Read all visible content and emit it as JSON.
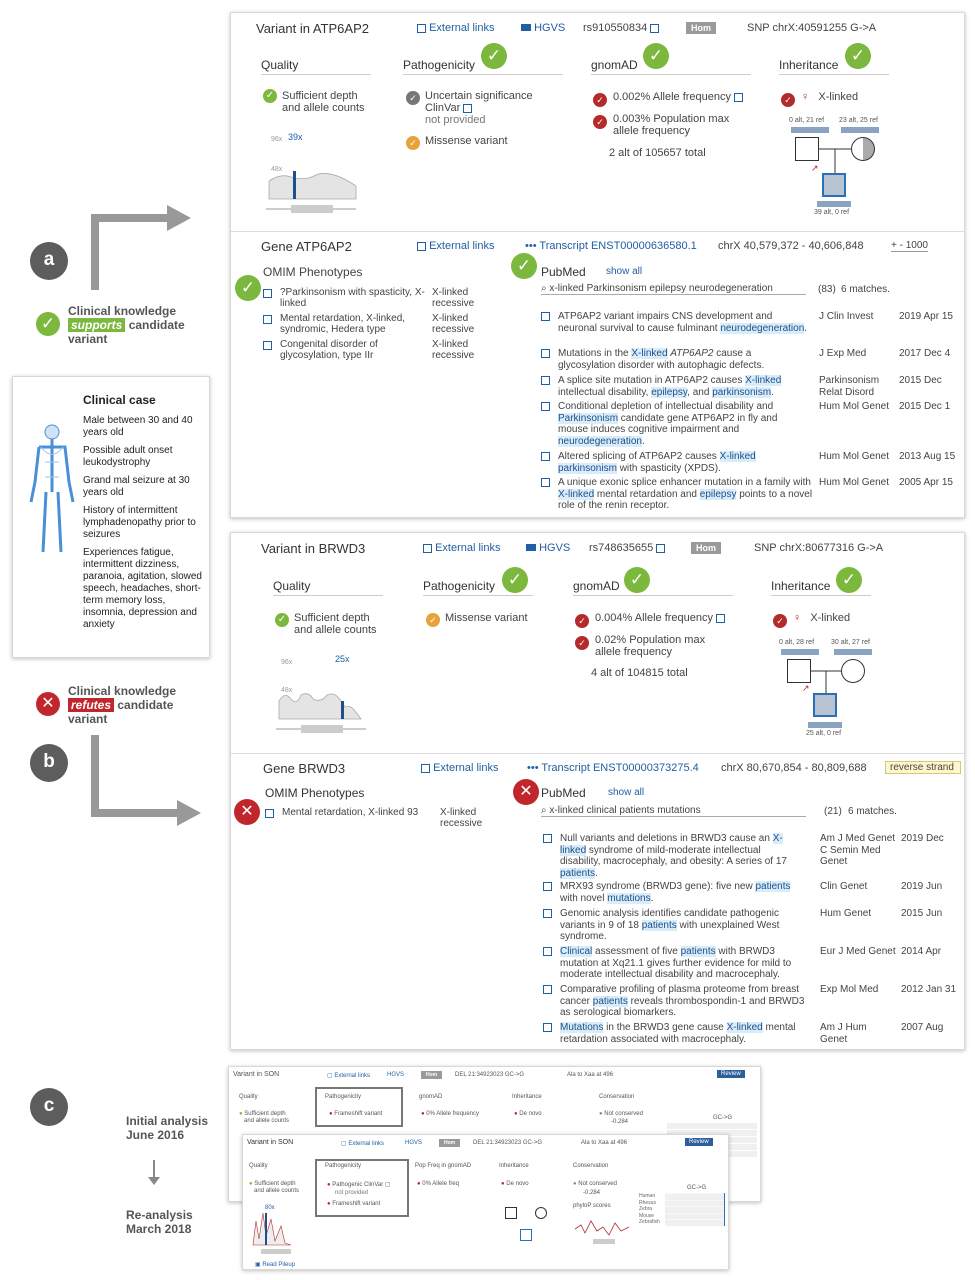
{
  "labels": {
    "a": "a",
    "b": "b",
    "c": "c"
  },
  "supports": {
    "line1": "Clinical knowledge",
    "word": "supports",
    "word2": "candidate",
    "line3": "variant"
  },
  "refutes": {
    "line1": "Clinical knowledge",
    "word": "refutes",
    "word2": "candidate",
    "line3": "variant"
  },
  "clinical_case": {
    "title": "Clinical case",
    "items": [
      "Male between 30 and 40 years old",
      "Possible adult onset leukodystrophy",
      "Grand mal seizure at 30 years old",
      "History of intermittent lymphadenopathy prior to seizures",
      "Experiences fatigue, intermittent dizziness, paranoia, agitation, slowed speech, headaches, short-term memory loss, insomnia, depression and anxiety"
    ]
  },
  "v1": {
    "title": "Variant in ATP6AP2",
    "ext": "External links",
    "hgvs": "HGVS",
    "rs": "rs910550834",
    "hom": "Hom",
    "snp": "SNP  chrX:40591255  G->A",
    "q_h": "Quality",
    "q1": "Sufficient depth",
    "q2": "and allele counts",
    "d1": "39x",
    "d2": "96x",
    "d3": "48x",
    "p_h": "Pathogenicity",
    "p1": "Uncertain significance",
    "p2": "ClinVar",
    "p3": "not provided",
    "p4": "Missense variant",
    "g_h": "gnomAD",
    "g1": "0.002% Allele frequency",
    "g2": "0.003% Population max",
    "g3": "allele frequency",
    "g4": "2 alt of 105657 total",
    "i_h": "Inheritance",
    "i1": "X-linked",
    "f1": "0 alt, 21 ref",
    "f2": "23 alt, 25 ref",
    "f3": "39 alt, 0 ref"
  },
  "gene1": {
    "title": "Gene ATP6AP2",
    "ext": "External links",
    "transcript": "Transcript ENST00000636580.1",
    "chr": "chrX  40,579,372 - 40,606,848",
    "pm": "+ - 1000",
    "omim_h": "OMIM Phenotypes",
    "omim": [
      [
        "?Parkinsonism with spasticity, X-linked",
        "X-linked recessive"
      ],
      [
        "Mental retardation, X-linked, syndromic, Hedera type",
        "X-linked recessive"
      ],
      [
        "Congenital disorder of glycosylation, type IIr",
        "X-linked recessive"
      ]
    ],
    "pm_h": "PubMed",
    "show": "show all",
    "q": "x-linked Parkinsonism epilepsy neurodegeneration",
    "cnt": "(83)",
    "matches": "6 matches.",
    "pubs": [
      [
        "J Clin Invest",
        "2019 Apr 15"
      ],
      [
        "J Exp Med",
        "2017 Dec 4"
      ],
      [
        "Parkinsonism Relat Disord",
        "2015 Dec"
      ],
      [
        "Hum Mol Genet",
        "2015 Dec 1"
      ],
      [
        "Hum Mol Genet",
        "2013 Aug 15"
      ],
      [
        "Hum Mol Genet",
        "2005 Apr 15"
      ]
    ]
  },
  "v2": {
    "title": "Variant in BRWD3",
    "ext": "External links",
    "hgvs": "HGVS",
    "rs": "rs748635655",
    "hom": "Hom",
    "snp": "SNP  chrX:80677316  G->A",
    "q_h": "Quality",
    "q1": "Sufficient depth",
    "q2": "and allele counts",
    "d1": "25x",
    "d2": "96x",
    "d3": "48x",
    "p_h": "Pathogenicity",
    "p1": "Missense variant",
    "g_h": "gnomAD",
    "g1": "0.004% Allele frequency",
    "g2": "0.02% Population max",
    "g3": "allele frequency",
    "g4": "4 alt of 104815 total",
    "i_h": "Inheritance",
    "i1": "X-linked",
    "f1": "0 alt, 28 ref",
    "f2": "30 alt, 27 ref",
    "f3": "25 alt, 0 ref"
  },
  "gene2": {
    "title": "Gene BRWD3",
    "ext": "External links",
    "transcript": "Transcript ENST00000373275.4",
    "chr": "chrX  80,670,854 - 80,809,688",
    "strand": "reverse strand",
    "omim_h": "OMIM Phenotypes",
    "omim1": "Mental retardation, X-linked 93",
    "omim1b": "X-linked recessive",
    "pm_h": "PubMed",
    "show": "show all",
    "q": "x-linked clinical patients mutations",
    "cnt": "(21)",
    "matches": "6 matches.",
    "pubs": [
      [
        "Am J Med Genet C Semin Med Genet",
        "2019 Dec"
      ],
      [
        "Clin Genet",
        "2019 Jun"
      ],
      [
        "Hum Genet",
        "2015 Jun"
      ],
      [
        "Eur J Med Genet",
        "2014 Apr"
      ],
      [
        "Exp Mol Med",
        "2012 Jan 31"
      ],
      [
        "Am J Hum Genet",
        "2007 Aug"
      ]
    ]
  },
  "c": {
    "initial": "Initial analysis",
    "initial_date": "June 2016",
    "re": "Re-analysis",
    "re_date": "March 2018",
    "title": "Variant in SON",
    "ext": "External links",
    "hgvs": "HGVS",
    "hom": "Hom",
    "del": "DEL  21:34923023  GC->G",
    "ala": "Ala to Xaa at 496",
    "review": "Review",
    "quality": "Quality",
    "suff": "Sufficient depth",
    "suff2": "and allele counts",
    "path": "Pathogenicity",
    "frameshift": "Frameshift variant",
    "pathclinvar": "Pathogenic ClinVar",
    "notprov": "not provided",
    "gnomad": "gnomAD",
    "popfreq": "Pop Freq in gnomAD",
    "af0": "0% Allele frequency",
    "af0b": "0% Allele freq",
    "inh": "Inheritance",
    "denovo": "De novo",
    "cons": "Conservation",
    "notcons": "Not conserved",
    "score": "-0.284",
    "phylop": "phyloP scores",
    "readpileup": "Read Pileup",
    "gc": "GC->G",
    "d80": "80x",
    "species": [
      "Human",
      "Rhesus",
      "Zebra",
      "Mouse",
      "Zebrafish"
    ]
  }
}
